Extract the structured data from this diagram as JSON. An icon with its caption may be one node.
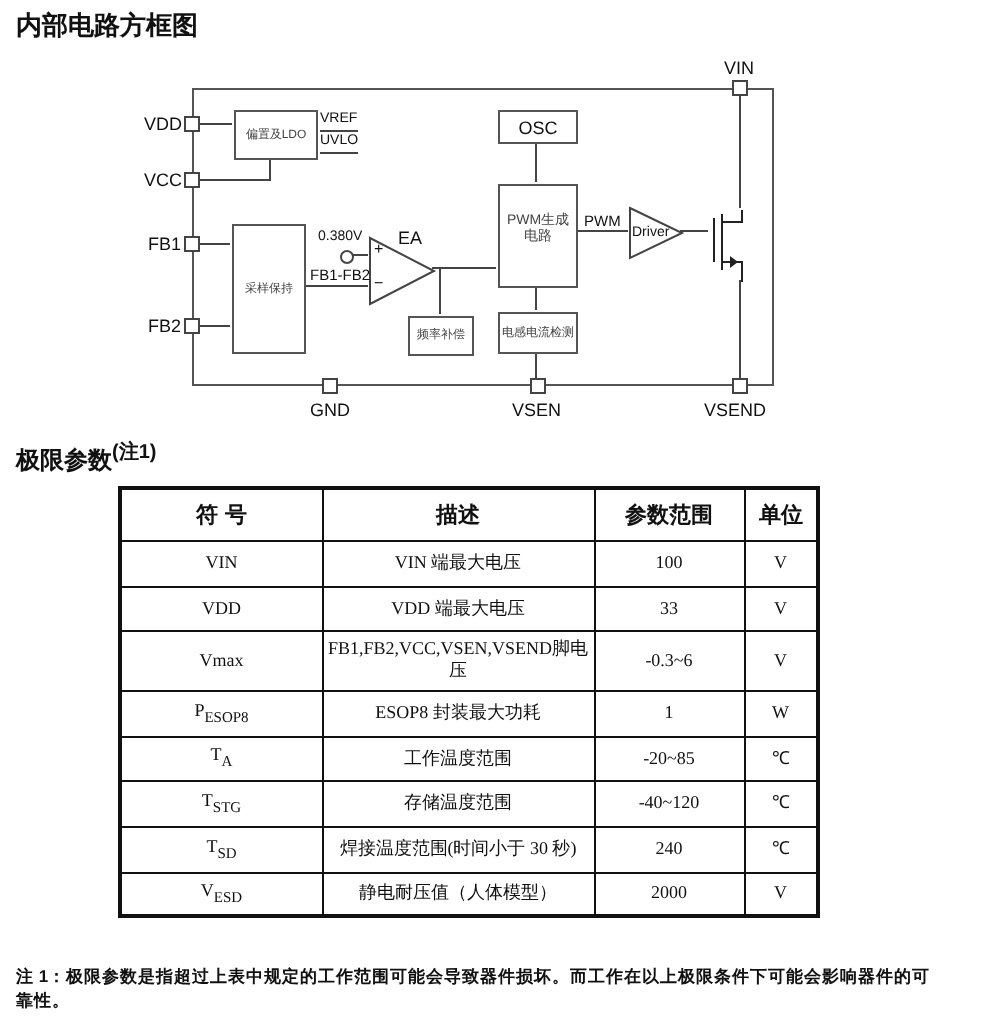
{
  "diagram": {
    "title": "内部电路方框图",
    "nodes": [
      {
        "text": [],
        "shape": "box"
      },
      {
        "text": [],
        "shape": "box",
        "beside": [
          "VIN"
        ]
      },
      {
        "text": [],
        "shape": "box",
        "beside": [
          "VDD"
        ]
      },
      {
        "text": [],
        "shape": "box",
        "beside": [
          "VCC"
        ]
      },
      {
        "text": [],
        "shape": "box",
        "beside": [
          "FB1"
        ]
      },
      {
        "text": [],
        "shape": "box",
        "beside": [
          "FB2"
        ]
      },
      {
        "text": [],
        "shape": "box",
        "beside": [
          "GND"
        ]
      },
      {
        "text": [],
        "shape": "box",
        "beside": [
          "VSEN"
        ]
      },
      {
        "text": [],
        "shape": "box",
        "beside": [
          "VSEND"
        ]
      },
      {
        "text": [
          "偏置及LDO"
        ],
        "beside": [
          "VREF",
          "UVLO"
        ],
        "in": 0
      },
      {
        "text": [
          "OSC"
        ],
        "in": 0
      },
      {
        "text": [
          "采样保持"
        ],
        "in": 0
      },
      {
        "text": [
          "EA"
        ],
        "in": 0
      },
      {
        "text": [
          "PWM生成电路"
        ],
        "in": 0
      },
      {
        "text": [
          "频率补偿"
        ],
        "in": 0
      },
      {
        "text": [
          "电感电流检测"
        ],
        "in": 0
      },
      {
        "text": [
          "Driver"
        ],
        "in": 0
      },
      {
        "text": [],
        "shape": "transistor",
        "in": 0
      },
      {
        "text": [],
        "shape": "circle",
        "beside": [
          "0.380V"
        ],
        "in": 0
      }
    ],
    "edges": [
      {
        "from": 2,
        "to": 9,
        "arrow": "none"
      },
      {
        "from": 3,
        "to": 9,
        "arrow": "none"
      },
      {
        "from": 4,
        "to": 11,
        "arrow": "none"
      },
      {
        "from": 5,
        "to": 11,
        "arrow": "none"
      },
      {
        "from": 11,
        "to": 12,
        "arrow": "none",
        "label": "FB1-FB2"
      },
      {
        "from": 18,
        "to": 12,
        "arrow": "none"
      },
      {
        "from": 12,
        "to": 13,
        "arrow": "none"
      },
      {
        "from": 12,
        "to": 14,
        "arrow": "none"
      },
      {
        "from": 10,
        "to": 13,
        "arrow": "none"
      },
      {
        "from": 13,
        "to": 16,
        "arrow": "none",
        "label": "PWM"
      },
      {
        "from": 13,
        "to": 15,
        "arrow": "none"
      },
      {
        "from": 15,
        "to": 7,
        "arrow": "none"
      },
      {
        "from": 16,
        "to": 17,
        "arrow": "none"
      },
      {
        "from": 1,
        "to": 17,
        "arrow": "none"
      },
      {
        "from": 17,
        "to": 8,
        "arrow": "none"
      }
    ],
    "labels": [
      "+",
      "−",
      "极限参数$^{(注1)}$",
      "符 号",
      "描述",
      "参数范围",
      "单位",
      "VIN",
      "VIN 端最大电压",
      "100",
      "V",
      "VDD",
      "VDD 端最大电压",
      "33",
      "V",
      "Vmax",
      "FB1,FB2,VCC,VSEN,VSEND脚电压",
      "-0.3~6",
      "V",
      "P$_{ESOP8}$",
      "ESOP8 封装最大功耗",
      "1",
      "W",
      "T$_{A}$",
      "工作温度范围",
      "-20~85",
      "℃",
      "T$_{STG}$",
      "存储温度范围",
      "-40~120",
      "℃",
      "T$_{SD}$",
      "焊接温度范围(时间小于 30 秒)",
      "240",
      "℃",
      "V$_{ESD}$",
      "静电耐压值（人体模型）",
      "2000",
      "V",
      "注 1：极限参数是指超过上表中规定的工作范围可能会导致器件损坏。而工作在以上极限条件下可能会影响器件的可靠性。"
    ]
  }
}
